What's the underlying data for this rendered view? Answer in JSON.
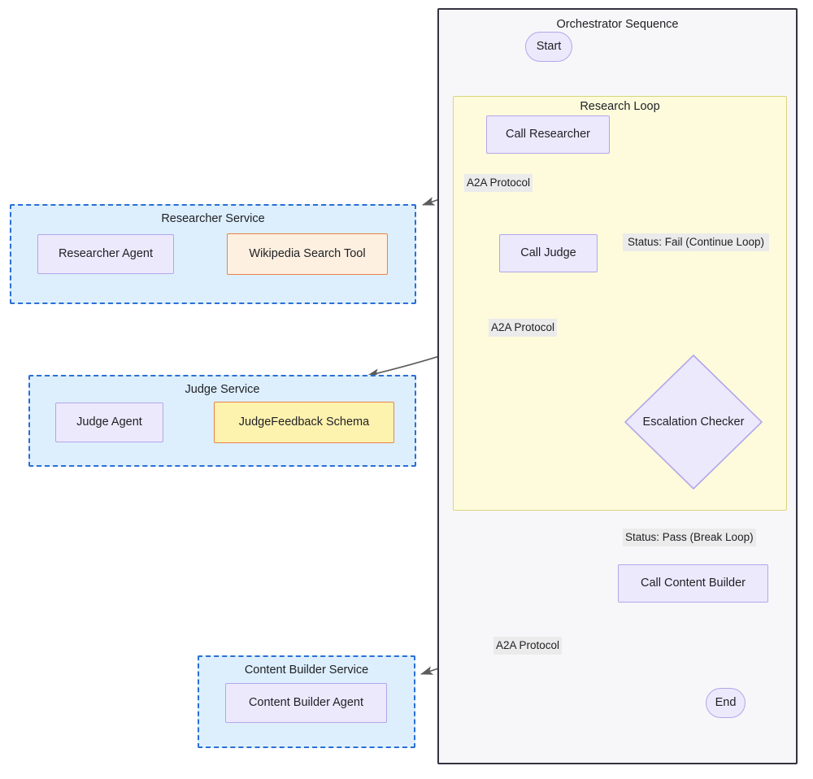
{
  "diagram": {
    "type": "flowchart",
    "title": "Orchestrator Sequence"
  },
  "containers": {
    "orchestrator": {
      "title": "Orchestrator Sequence"
    },
    "research_loop": {
      "title": "Research Loop"
    },
    "researcher_service": {
      "title": "Researcher Service"
    },
    "judge_service": {
      "title": "Judge Service"
    },
    "content_builder_service": {
      "title": "Content Builder Service"
    }
  },
  "nodes": {
    "start": {
      "label": "Start",
      "shape": "terminal"
    },
    "call_researcher": {
      "label": "Call Researcher",
      "shape": "process"
    },
    "call_judge": {
      "label": "Call Judge",
      "shape": "process"
    },
    "escalation_checker": {
      "label": "Escalation Checker",
      "shape": "diamond"
    },
    "call_content_builder": {
      "label": "Call Content Builder",
      "shape": "process"
    },
    "end": {
      "label": "End",
      "shape": "terminal"
    },
    "researcher_agent": {
      "label": "Researcher Agent",
      "shape": "process"
    },
    "wikipedia_search_tool": {
      "label": "Wikipedia Search Tool",
      "shape": "tool"
    },
    "judge_agent": {
      "label": "Judge Agent",
      "shape": "process"
    },
    "judge_feedback_schema": {
      "label": "JudgeFeedback Schema",
      "shape": "schema"
    },
    "content_builder_agent": {
      "label": "Content Builder Agent",
      "shape": "process"
    }
  },
  "edge_labels": {
    "a2a_researcher": "A2A Protocol",
    "a2a_judge": "A2A Protocol",
    "a2a_content": "A2A Protocol",
    "status_fail": "Status: Fail (Continue Loop)",
    "status_pass": "Status: Pass (Break Loop)"
  },
  "colors": {
    "process_fill": "#ece9fd",
    "process_stroke": "#b3a6e8",
    "tool_fill": "#fdf0e0",
    "tool_stroke": "#e8834a",
    "schema_fill": "#fdf2ae",
    "schema_stroke": "#e8834a",
    "service_fill": "#ddeffd",
    "service_stroke": "#2a6fd6",
    "loop_fill": "#fdfbdc",
    "loop_stroke": "#d8d57e",
    "orchestrator_fill": "#f7f7f9",
    "orchestrator_stroke": "#333340",
    "edge_stroke": "#5c5c5c",
    "label_bg": "#ebebeb"
  }
}
